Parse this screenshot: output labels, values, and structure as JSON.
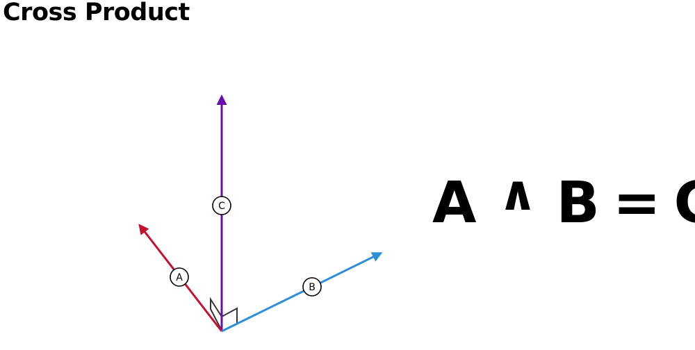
{
  "title": "Cross Product",
  "diagram": {
    "vectors": [
      {
        "label": "A",
        "color": "#c8102e"
      },
      {
        "label": "B",
        "color": "#2e8fd8"
      },
      {
        "label": "C",
        "color": "#6a0dad"
      }
    ],
    "right_angle_marker": true
  },
  "equation": {
    "left": "A",
    "operator": "∧",
    "right": "B",
    "equals": "=",
    "result": "C"
  },
  "colors": {
    "vector_a": "#c8102e",
    "vector_b": "#2e8fd8",
    "vector_c": "#6a0dad",
    "marker": "#000000"
  }
}
